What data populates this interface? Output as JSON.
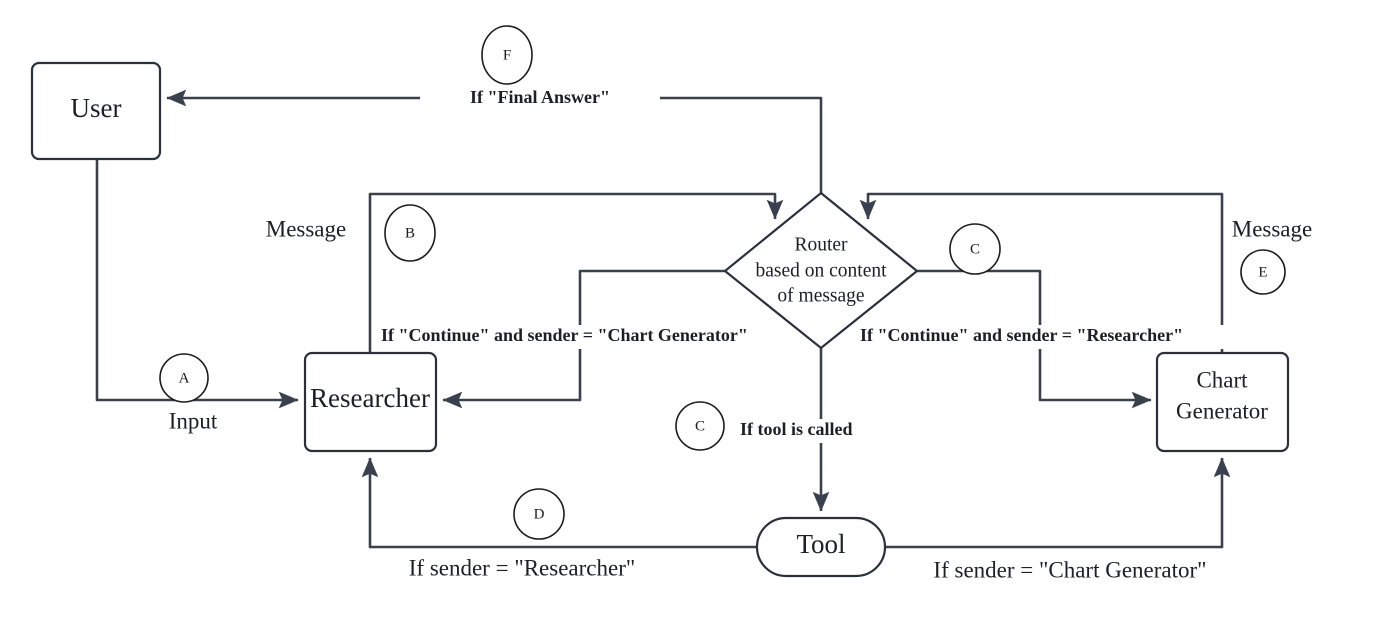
{
  "diagram": {
    "title": "Multi-agent routing flowchart",
    "background": "#ffffff",
    "stroke_color": "#39404e",
    "node_stroke_color": "#2a303c",
    "text_color": "#1c1f26",
    "nodes": [
      {
        "id": "user",
        "label": "User",
        "shape": "rounded-rect"
      },
      {
        "id": "researcher",
        "label": "Researcher",
        "shape": "rounded-rect"
      },
      {
        "id": "chart",
        "label_line1": "Chart",
        "label_line2": "Generator",
        "shape": "rounded-rect"
      },
      {
        "id": "tool",
        "label": "Tool",
        "shape": "stadium"
      },
      {
        "id": "router",
        "label_line1": "Router",
        "label_line2": "based on content",
        "label_line3": "of message",
        "shape": "diamond"
      }
    ],
    "edge_labels": {
      "final_answer": "If \"Final Answer\"",
      "message_left": "Message",
      "message_right": "Message",
      "input": "Input",
      "continue_chart_generator": "If \"Continue\" and sender = \"Chart Generator\"",
      "continue_researcher": "If \"Continue\" and sender = \"Researcher\"",
      "tool_is_called": "If tool is called",
      "sender_researcher": "If sender = \"Researcher\"",
      "sender_chart_generator": "If sender = \"Chart Generator\""
    },
    "markers": [
      {
        "id": "A",
        "letter": "A"
      },
      {
        "id": "B",
        "letter": "B"
      },
      {
        "id": "C_right",
        "letter": "C"
      },
      {
        "id": "C_tool",
        "letter": "C"
      },
      {
        "id": "D",
        "letter": "D"
      },
      {
        "id": "E",
        "letter": "E"
      },
      {
        "id": "F",
        "letter": "F"
      }
    ]
  }
}
